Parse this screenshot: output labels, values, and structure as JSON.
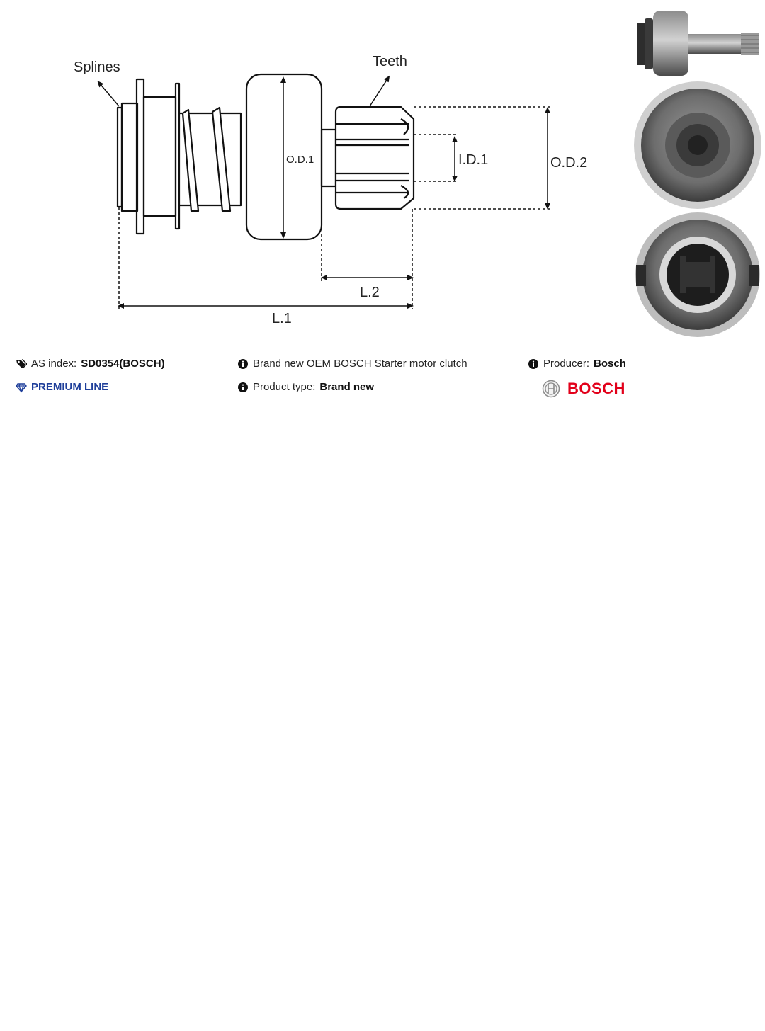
{
  "diagram": {
    "labels": {
      "splines": "Splines",
      "teeth": "Teeth",
      "od1": "O.D.1",
      "id1": "I.D.1",
      "od2": "O.D.2",
      "l1": "L.1",
      "l2": "L.2"
    }
  },
  "info": {
    "as_index_label": "AS index:",
    "as_index_value": "SD0354(BOSCH)",
    "premium_line": "PREMIUM LINE",
    "description": "Brand new OEM BOSCH Starter motor clutch",
    "product_type_label": "Product type:",
    "product_type_value": "Brand new",
    "producer_label": "Producer:",
    "producer_value": "Bosch",
    "brand_logo_text": "BOSCH"
  },
  "icons": {
    "tags": "tags-icon",
    "diamond": "diamond-icon",
    "info": "info-circle-icon",
    "bosch": "bosch-armature-icon"
  },
  "colors": {
    "premium": "#1f3f9a",
    "bosch_red": "#e2001a"
  }
}
